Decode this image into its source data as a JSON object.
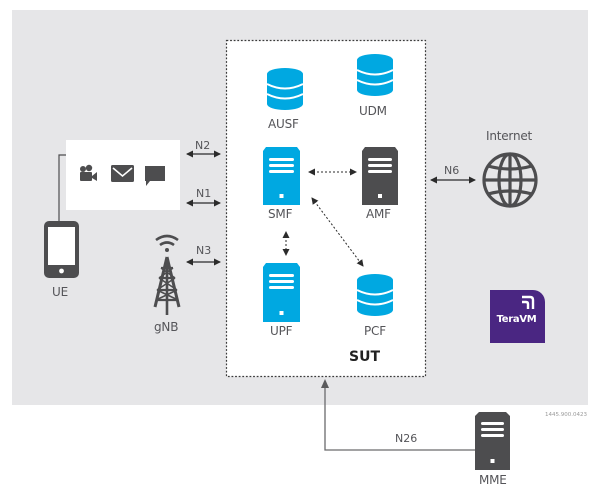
{
  "diagram": {
    "colors": {
      "background_panel": "#e6e6e8",
      "core_blue": "#00a8e1",
      "device_gray": "#4d4d4f",
      "teravm_purple": "#4a2682",
      "apps_box": "#ffffff"
    },
    "nodes": {
      "ue": {
        "label": "UE",
        "icon": "smartphone-icon"
      },
      "gnb": {
        "label": "gNB",
        "icon": "cell-tower-icon"
      },
      "apps": {
        "icons": [
          "video-camera-icon",
          "envelope-icon",
          "chat-bubble-icon"
        ]
      },
      "ausf": {
        "label": "AUSF",
        "icon": "database-icon"
      },
      "udm": {
        "label": "UDM",
        "icon": "database-icon"
      },
      "smf": {
        "label": "SMF",
        "icon": "server-icon"
      },
      "amf": {
        "label": "AMF",
        "icon": "server-icon"
      },
      "upf": {
        "label": "UPF",
        "icon": "server-icon"
      },
      "pcf": {
        "label": "PCF",
        "icon": "database-icon"
      },
      "internet": {
        "label": "Internet",
        "icon": "globe-icon"
      },
      "mme": {
        "label": "MME",
        "icon": "server-icon"
      },
      "teravm": {
        "label": "TeraVM",
        "icon": "teravm-logo"
      }
    },
    "sut_label": "SUT",
    "interfaces": {
      "n1": "N1",
      "n2": "N2",
      "n3": "N3",
      "n6": "N6",
      "n26": "N26"
    },
    "links": [
      {
        "from": "apps",
        "to": "SUT",
        "label": "N2",
        "style": "solid-bidirectional"
      },
      {
        "from": "apps",
        "to": "SUT",
        "label": "N1",
        "style": "solid-bidirectional"
      },
      {
        "from": "gNB",
        "to": "SUT",
        "label": "N3",
        "style": "solid-bidirectional"
      },
      {
        "from": "SUT",
        "to": "Internet",
        "label": "N6",
        "style": "solid-bidirectional"
      },
      {
        "from": "MME",
        "to": "SUT",
        "label": "N26",
        "style": "solid-arrow"
      },
      {
        "from": "SMF",
        "to": "AMF",
        "style": "dashed-bidirectional"
      },
      {
        "from": "SMF",
        "to": "UPF",
        "style": "dashed-bidirectional"
      },
      {
        "from": "SMF",
        "to": "PCF",
        "style": "dashed-bidirectional"
      }
    ],
    "footnote": "1445.900.0423"
  }
}
